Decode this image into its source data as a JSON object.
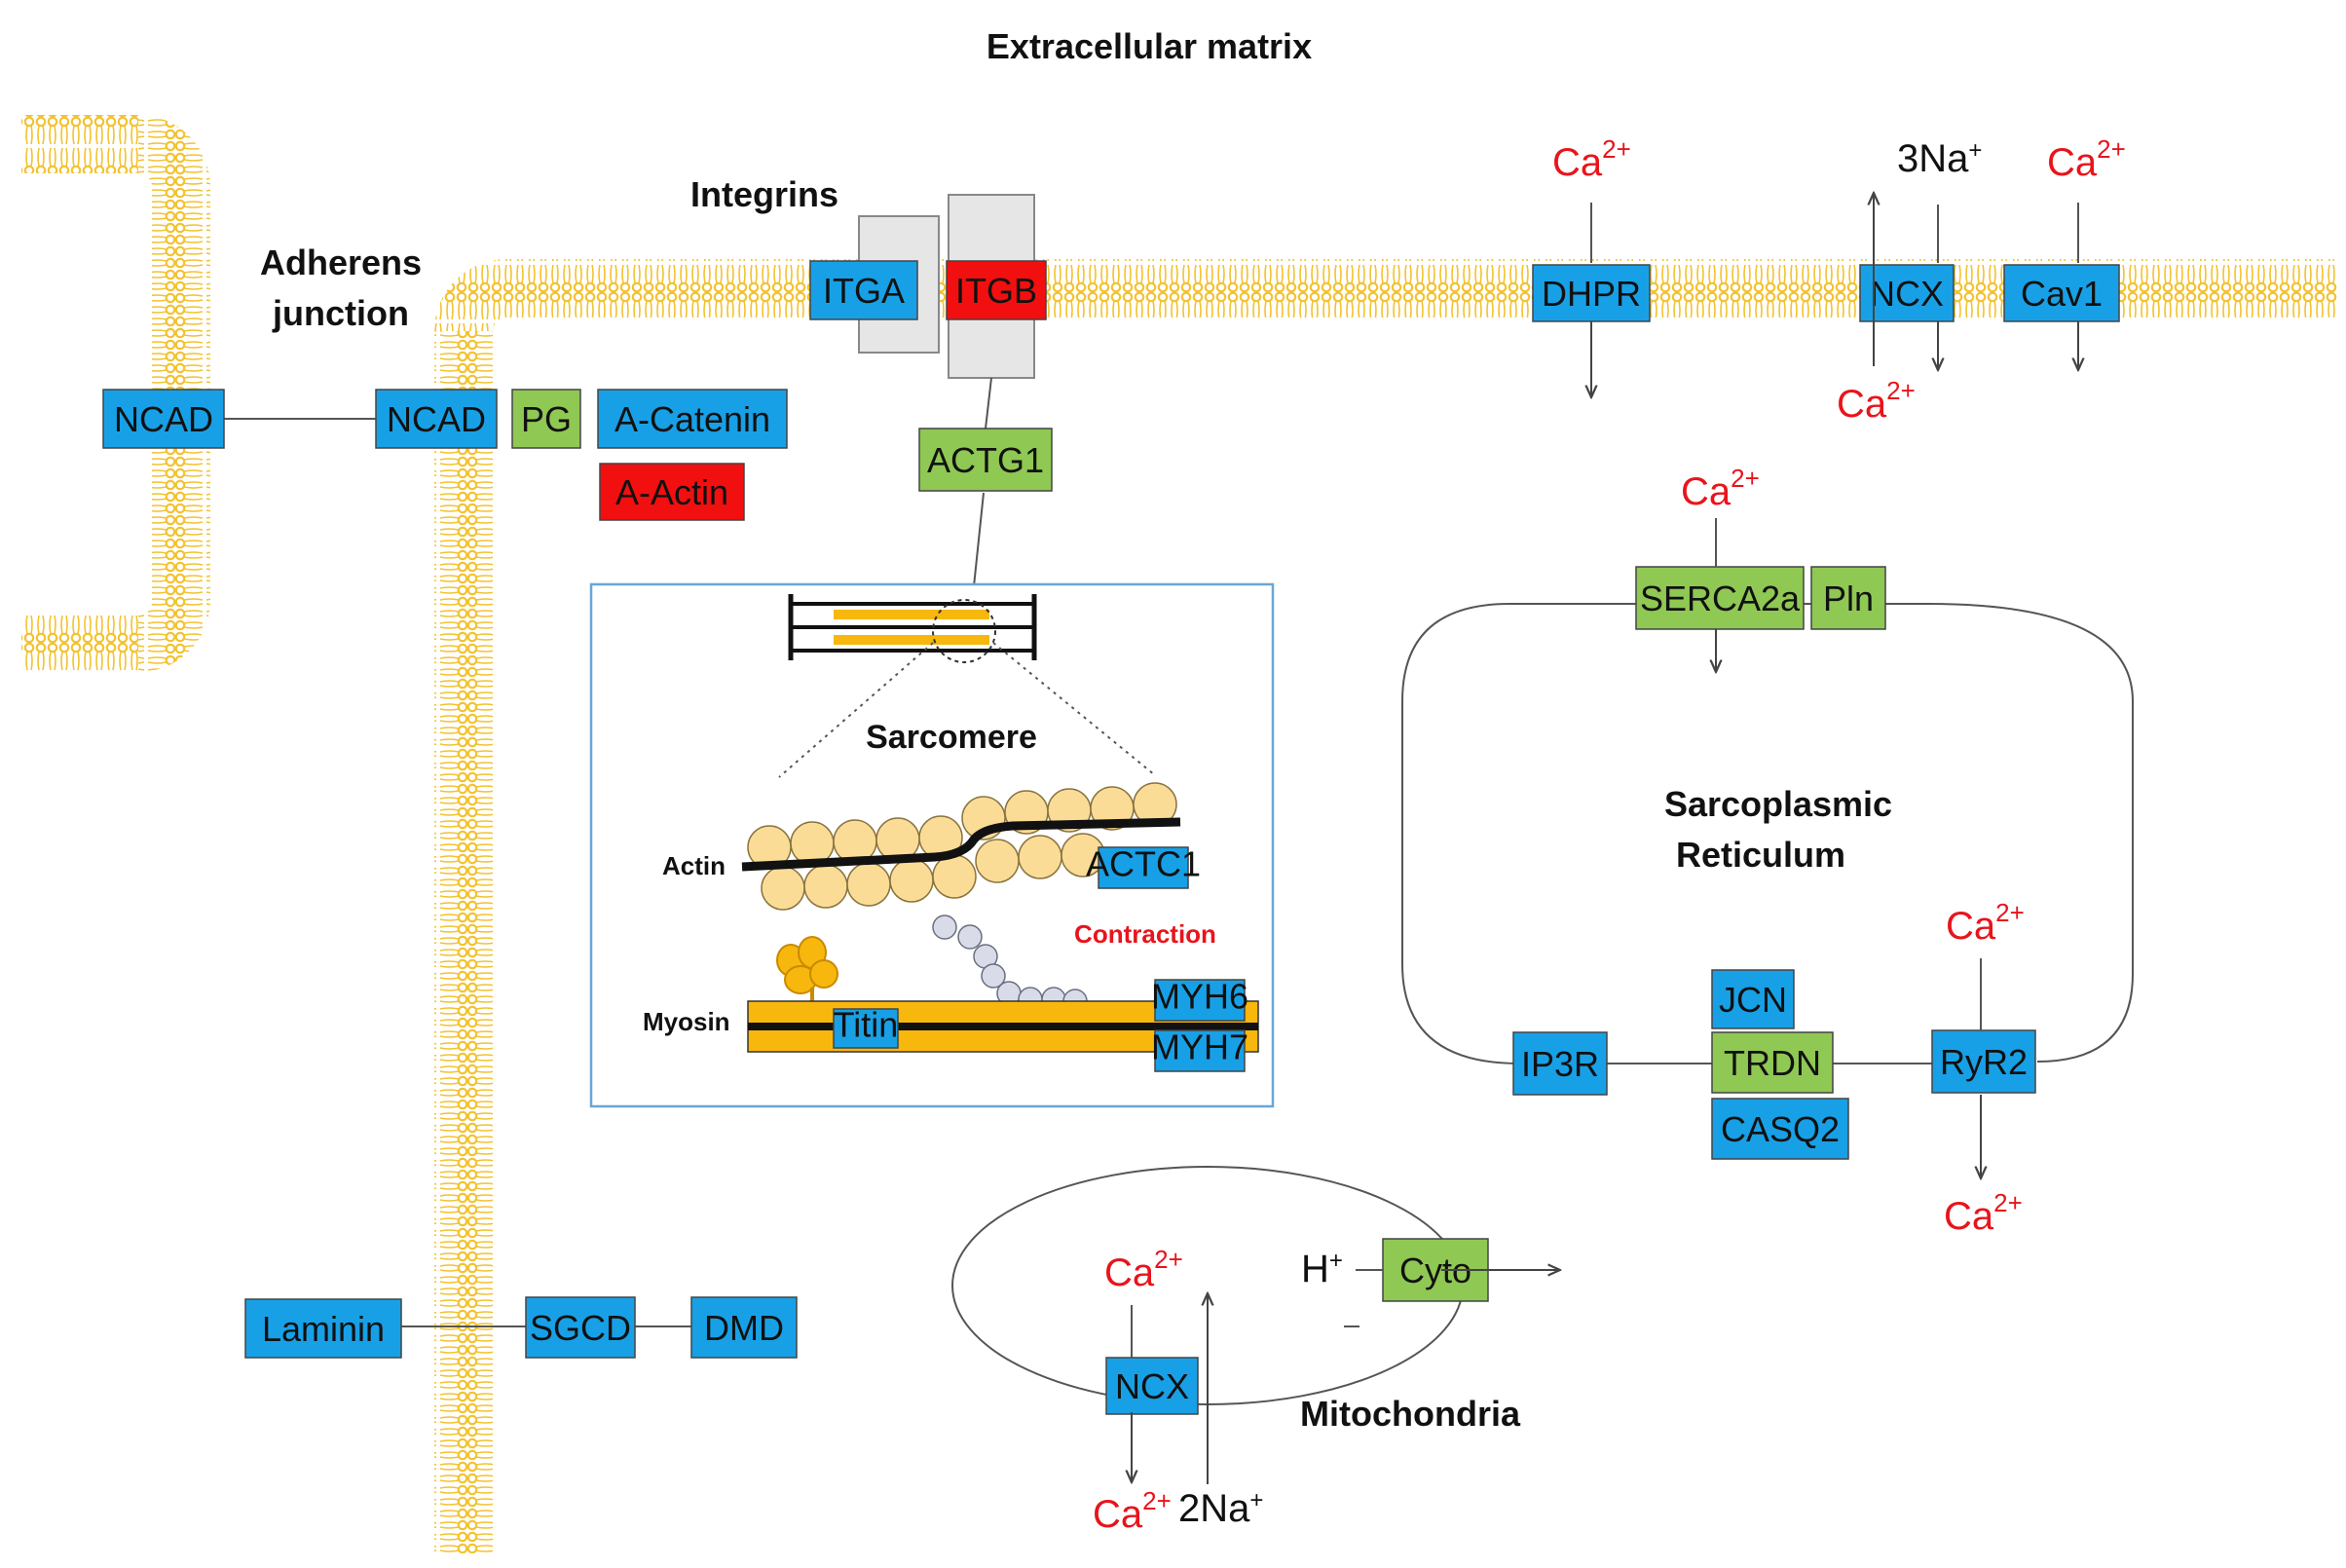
{
  "colors": {
    "blue": "#18a0e6",
    "green": "#8fc853",
    "red": "#f20f0f",
    "membrane": "#f3c230",
    "myosin": "#f7b70c",
    "actin_bead": "#fadc96",
    "inset_border": "#6aa6d6",
    "ion_red": "#e8141c"
  },
  "labels": {
    "extracellular": "Extracellular matrix",
    "adherens_1": "Adherens",
    "adherens_2": "junction",
    "integrins": "Integrins",
    "sarcomere": "Sarcomere",
    "actin": "Actin",
    "myosin": "Myosin",
    "contraction": "Contraction",
    "sr_1": "Sarcoplasmic",
    "sr_2": "Reticulum",
    "mitochondria": "Mitochondria"
  },
  "boxes": {
    "ncad_left": "NCAD",
    "ncad_right": "NCAD",
    "pg": "PG",
    "a_catenin": "A-Catenin",
    "a_actin": "A-Actin",
    "itga": "ITGA",
    "itgb": "ITGB",
    "actg1": "ACTG1",
    "dhpr": "DHPR",
    "ncx_top": "NCX",
    "cav1": "Cav1",
    "serca2a": "SERCA2a",
    "pln": "Pln",
    "actc1": "ACTC1",
    "titin": "Titin",
    "myh6": "MYH6",
    "myh7": "MYH7",
    "jcn": "JCN",
    "trdn": "TRDN",
    "casq2": "CASQ2",
    "ip3r": "IP3R",
    "ryr2": "RyR2",
    "laminin": "Laminin",
    "sgcd": "SGCD",
    "dmd": "DMD",
    "cyto": "Cyto",
    "ncx_mito": "NCX"
  },
  "ions": {
    "ca": "Ca",
    "ca_charge": "2+",
    "na3": "3Na",
    "na2": "2Na",
    "na_charge": "+",
    "h": "H",
    "h_charge": "+"
  }
}
